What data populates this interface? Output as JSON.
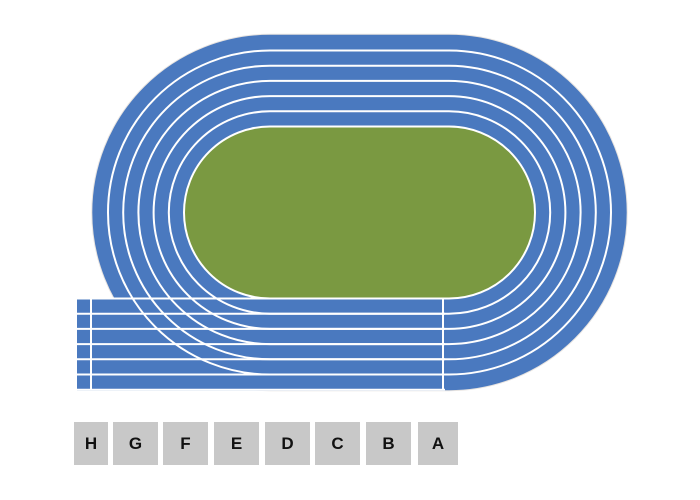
{
  "colors": {
    "track": "#4a79bf",
    "field": "#7a9941",
    "lines": "#ffffff",
    "label_bg": "#c8c8c8"
  },
  "lane_labels": [
    "H",
    "G",
    "F",
    "E",
    "D",
    "C",
    "B",
    "A"
  ]
}
